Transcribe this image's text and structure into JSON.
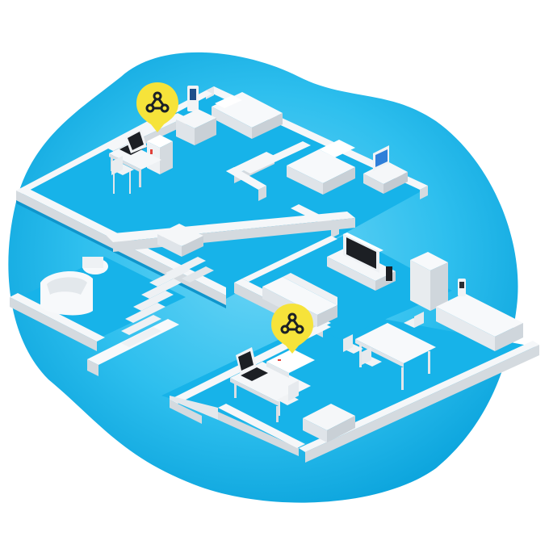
{
  "colors": {
    "blob_light": "#52cdf2",
    "blob_dark": "#0aa6de",
    "floor": "#18b4ea",
    "floor_shade": "#0f97cf",
    "wall_top": "#f7f9fb",
    "wall_side": "#d9dee3",
    "wall_shadow": "#c3cad1",
    "pin": "#f6e33a",
    "pin_icon": "#1b2026",
    "screen": "#1c1f24",
    "screen_blue": "#2f7fd9"
  },
  "icons": [
    "mesh-network-pin-icon",
    "mesh-network-pin-icon"
  ],
  "rooms": [
    "office-upper",
    "bedroom-1",
    "bedroom-2",
    "bathroom",
    "staircase",
    "living-room",
    "kitchen",
    "dining",
    "office-lower"
  ]
}
